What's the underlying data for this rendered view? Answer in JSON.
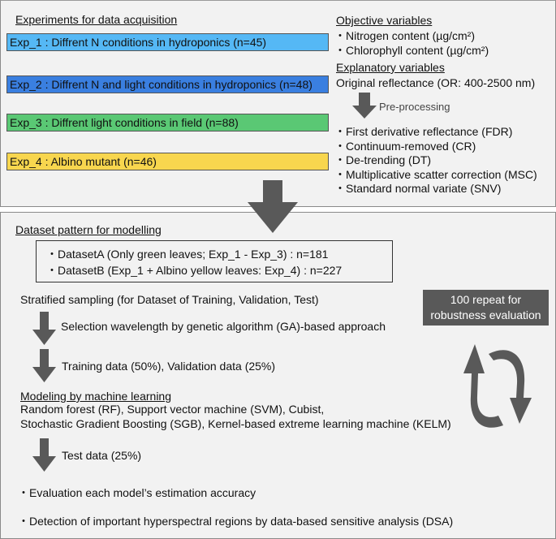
{
  "top": {
    "experiments_heading": "Experiments for data acquisition",
    "experiments": [
      {
        "label": "Exp_1 : Diffrent N conditions in hydroponics (n=45)",
        "color": "#55b8f5"
      },
      {
        "label": "Exp_2 : Diffrent N and light conditions in hydroponics (n=48)",
        "color": "#3a7fe0"
      },
      {
        "label": "Exp_3 : Diffrent light conditions in field (n=88)",
        "color": "#5ac874"
      },
      {
        "label": "Exp_4 : Albino mutant (n=46)",
        "color": "#f8d64e"
      }
    ],
    "objective_heading": "Objective variables",
    "objective_items": [
      "・Nitrogen content (µg/cm²)",
      "・Chlorophyll content (µg/cm²)"
    ],
    "explanatory_heading": "Explanatory variables",
    "original_reflectance": "Original reflectance (OR: 400-2500 nm)",
    "preprocessing_label": "Pre-processing",
    "preprocessing_items": [
      "・First derivative reflectance (FDR)",
      "・Continuum-removed (CR)",
      "・De-trending (DT)",
      "・Multiplicative scatter correction (MSC)",
      "・Standard normal variate (SNV)"
    ]
  },
  "bottom": {
    "dataset_heading": "Dataset pattern for modelling",
    "datasets": [
      "・DatasetA (Only green leaves; Exp_1 - Exp_3) : n=181",
      "・DatasetB (Exp_1 + Albino yellow leaves: Exp_4) : n=227"
    ],
    "stratified": "Stratified sampling (for Dataset of Training, Validation, Test)",
    "step_selection": "Selection wavelength by genetic algorithm (GA)-based approach",
    "step_training": "Training data (50%), Validation data (25%)",
    "modeling_heading": "Modeling by machine learning",
    "modeling_line1": "Random forest (RF), Support vector machine (SVM), Cubist,",
    "modeling_line2": "Stochastic Gradient Boosting (SGB), Kernel-based extreme learning machine (KELM)",
    "step_test": "Test data (25%)",
    "evaluation": "・Evaluation each model’s estimation accuracy",
    "detection": "・Detection of important hyperspectral regions by data-based sensitive analysis (DSA)",
    "repeat_line1": "100 repeat for",
    "repeat_line2": "robustness evaluation"
  },
  "colors": {
    "arrow": "#595959",
    "panel_bg": "#f2f2f2"
  }
}
